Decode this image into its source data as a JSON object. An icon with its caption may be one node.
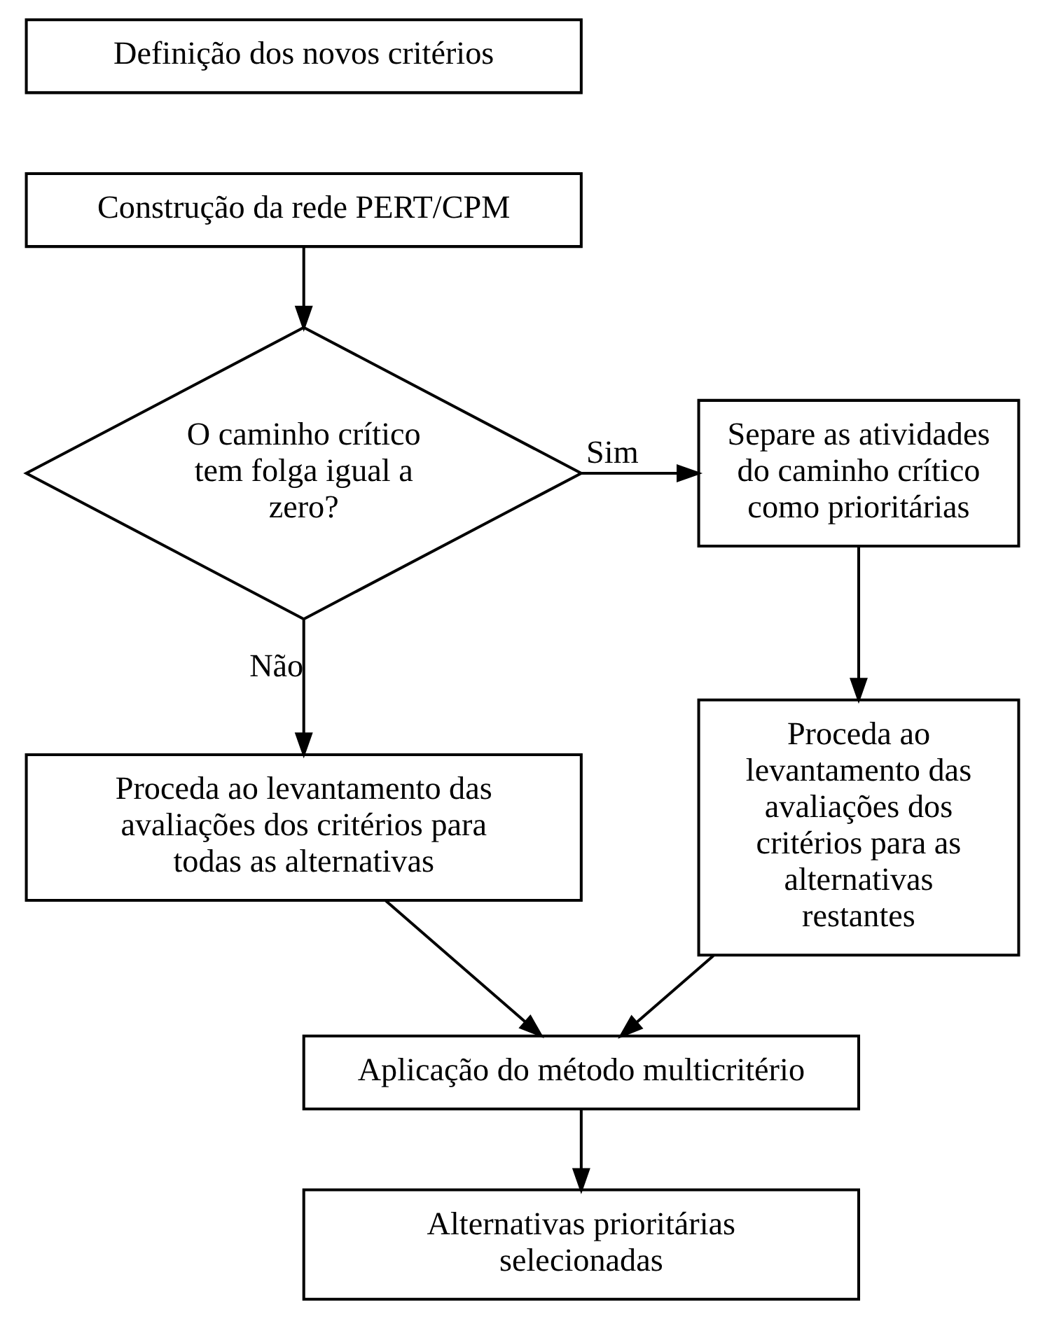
{
  "diagram": {
    "nodes": [
      {
        "text": [
          "Definição dos novos critérios"
        ]
      },
      {
        "text": [
          "Construção da rede PERT/CPM"
        ]
      },
      {
        "text": [
          "O caminho crítico tem folga igual a zero?"
        ]
      },
      {
        "text": [
          "Separe as atividades do caminho crítico como prioritárias"
        ]
      },
      {
        "text": [
          "Proceda ao levantamento das avaliações dos critérios para todas as alternativas"
        ]
      },
      {
        "text": [
          "Proceda ao levantamento das avaliações dos critérios para as alternativas restantes"
        ]
      },
      {
        "text": [
          "Aplicação do método multicritério"
        ]
      },
      {
        "text": [
          "Alternativas prioritárias selecionadas"
        ]
      }
    ],
    "edges": [
      {
        "from": 1,
        "to": 2,
        "arrow": "to"
      },
      {
        "from": 2,
        "to": 3,
        "arrow": "to",
        "label": "Sim"
      },
      {
        "from": 3,
        "to": 5,
        "arrow": "to"
      },
      {
        "from": 2,
        "to": 4,
        "arrow": "to",
        "label": "Não"
      },
      {
        "from": 4,
        "to": 6,
        "arrow": "to"
      },
      {
        "from": 5,
        "to": 6,
        "arrow": "to"
      },
      {
        "from": 6,
        "to": 7,
        "arrow": "to"
      }
    ]
  }
}
